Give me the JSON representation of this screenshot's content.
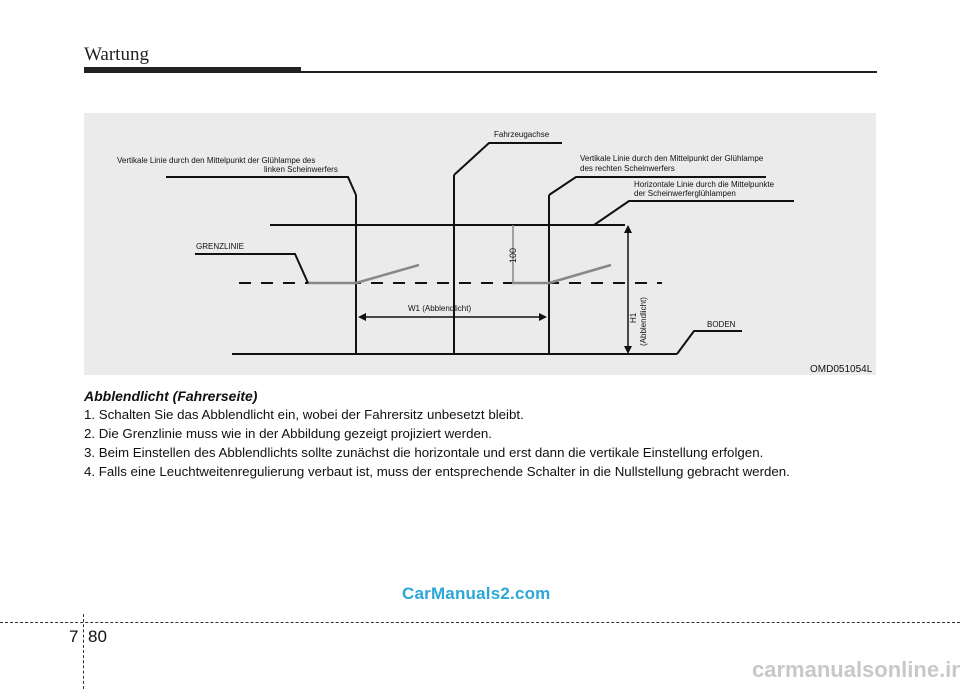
{
  "header": {
    "title": "Wartung"
  },
  "figure": {
    "labels": {
      "vertical_left": "Vertikale Linie durch den Mittelpunkt der Glühlampe des",
      "vertical_left_2": "linken Scheinwerfers",
      "vehicle_axis": "Fahrzeugachse",
      "vertical_right": "Vertikale Linie durch den Mittelpunkt der Glühlampe",
      "vertical_right_2": "des rechten Scheinwerfers",
      "horizontal": "Horizontale Linie durch die Mittelpunkte",
      "horizontal_2": "der Scheinwerferglühlampen",
      "cutoff": "GRENZLINIE",
      "offset": "100",
      "width": "W1 (Abblendlicht)",
      "height_1": "H1",
      "height_2": "(Abblendlicht)",
      "ground": "BODEN"
    },
    "code": "OMD051054L"
  },
  "section": {
    "heading": "Abblendlicht (Fahrerseite)",
    "steps": [
      "1. Schalten Sie das Abblendlicht ein, wobei der Fahrersitz unbesetzt bleibt.",
      "2. Die Grenzlinie muss wie in der Abbildung gezeigt projiziert werden.",
      "3. Beim Einstellen des Abblendlichts sollte zunächst die horizontale und erst dann die vertikale Einstellung erfolgen.",
      "4. Falls eine Leuchtweitenregulierung verbaut ist, muss der entsprechende Schalter in die Nullstellung gebracht werden."
    ]
  },
  "watermark": "CarManuals2.com",
  "footer": {
    "chapter": "7",
    "page": "80",
    "site": "carmanualsonline.info"
  }
}
